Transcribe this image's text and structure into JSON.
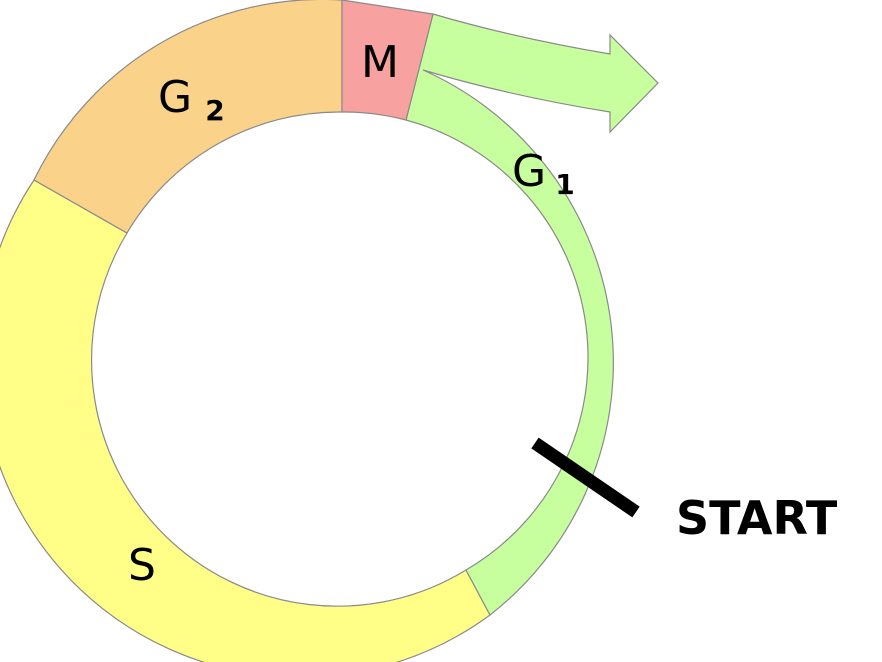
{
  "phases": {
    "m": {
      "label": "M",
      "color": "#f7a1a1"
    },
    "g1": {
      "label": "G",
      "subscript": "1",
      "color": "#c8ff9e"
    },
    "s": {
      "label": "S",
      "color": "#ffff88"
    },
    "g2": {
      "label": "G",
      "subscript": "2",
      "color": "#fad28a"
    }
  },
  "checkpoint": {
    "label": "START",
    "color": "#000000"
  }
}
